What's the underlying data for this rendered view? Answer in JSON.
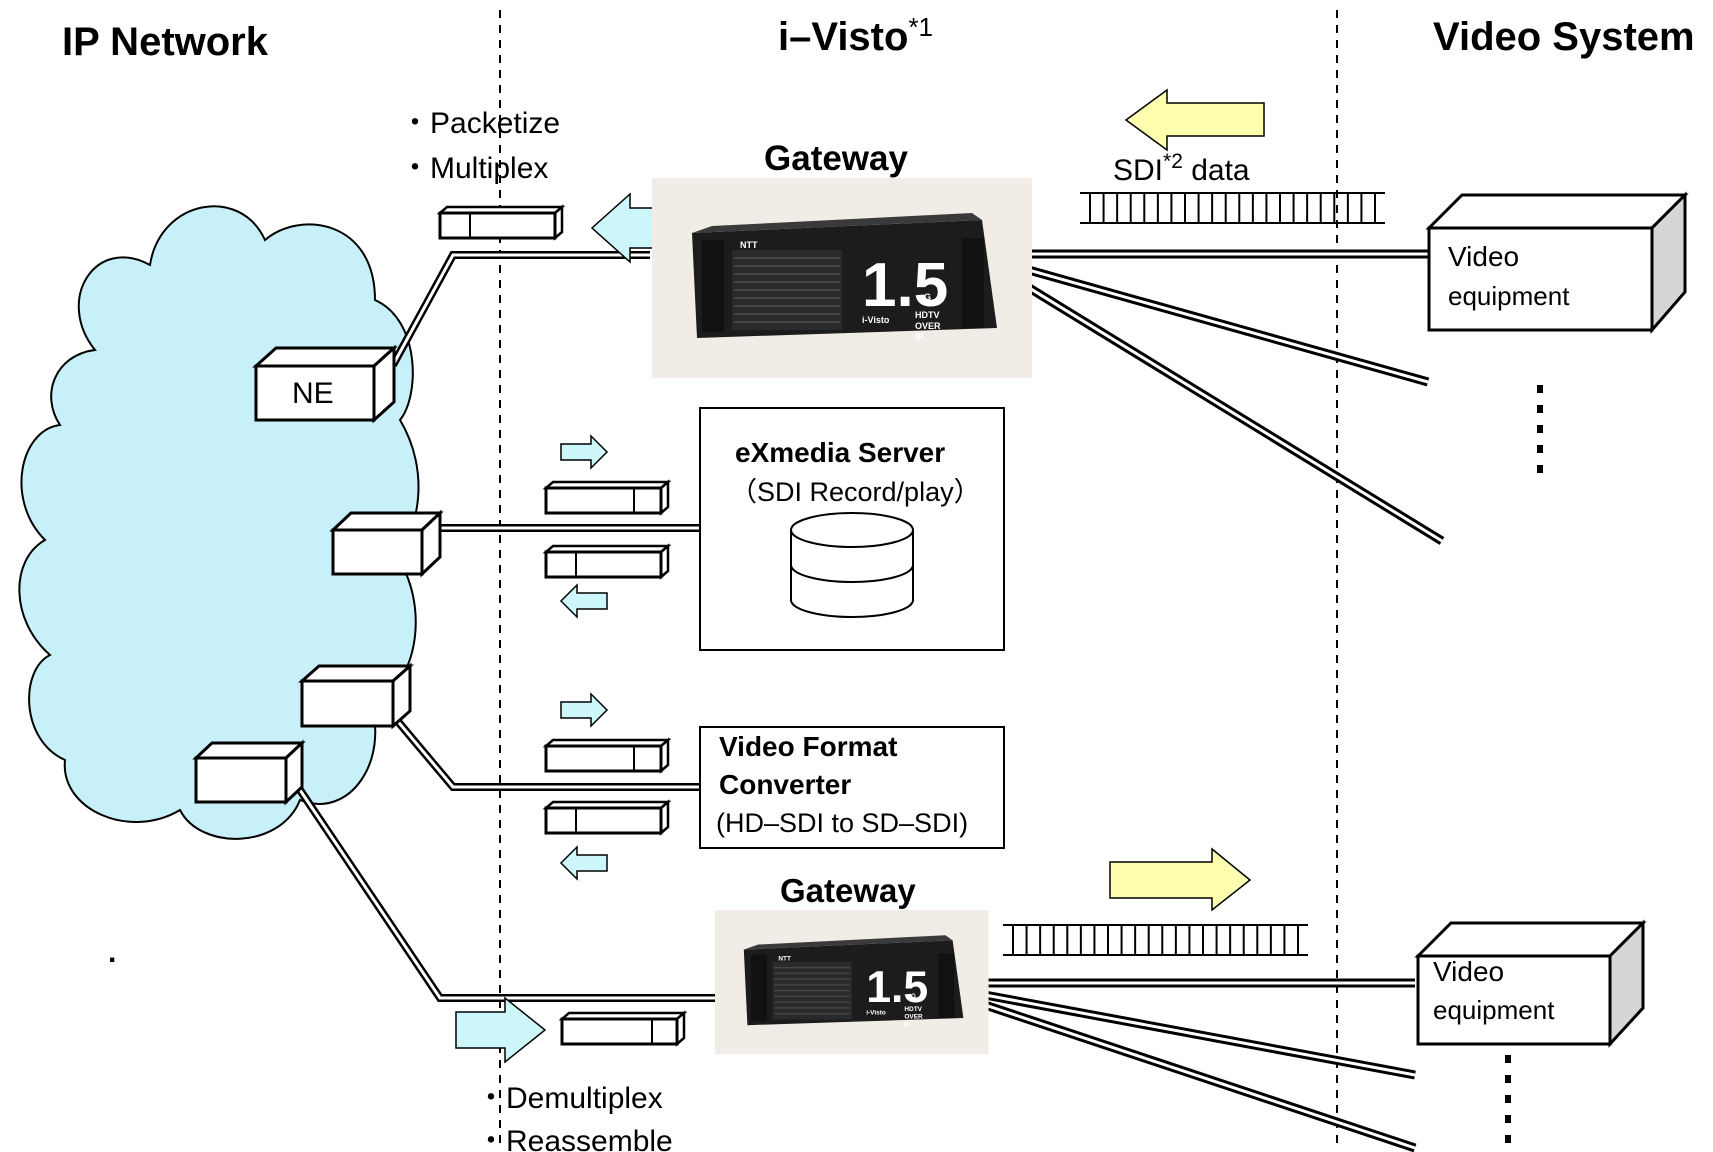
{
  "headers": {
    "left": "IP Network",
    "middle": "i–Visto",
    "middle_sup": "*1",
    "right": "Video System"
  },
  "top_side": {
    "steps": [
      "・Packetize",
      "・Multiplex"
    ],
    "gateway_label": "Gateway",
    "sdi_label": "SDI",
    "sdi_sup": "*2",
    "sdi_suffix": " data",
    "equipment_line1": "Video",
    "equipment_line2": "equipment"
  },
  "device": {
    "big_number": "1.5",
    "sub_g": "G",
    "brand": "i-Visto",
    "caption_lines": [
      "HDTV",
      "OVER",
      "IP"
    ],
    "maker": "NTT"
  },
  "ne_label": "NE",
  "server": {
    "title": "eXmedia Server",
    "subtitle": "（SDI Record/play）"
  },
  "converter": {
    "line1": "Video Format",
    "line2": "Converter",
    "line3": "(HD–SDI to SD–SDI)"
  },
  "bottom_side": {
    "gateway_label": "Gateway",
    "equipment_line1": "Video",
    "equipment_line2": "equipment",
    "steps": [
      "・Demultiplex",
      "・Reassemble"
    ]
  },
  "stray_mark": ".",
  "colors": {
    "cloud": "#c8f0f8",
    "cyan_arrow": "#cdf6fb",
    "yellow_arrow": "#feffae",
    "device_body": "#222222"
  }
}
